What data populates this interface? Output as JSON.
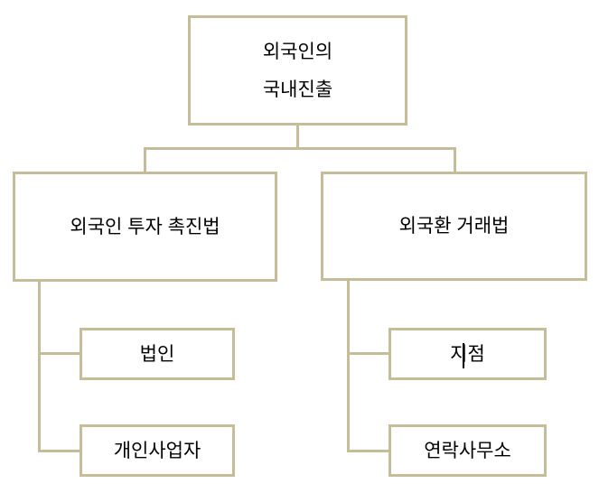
{
  "colors": {
    "line": "#C4BD97",
    "text": "#000000",
    "background": "#FFFFFF"
  },
  "diagram": {
    "type": "org-chart",
    "root": {
      "line1": "외국인의",
      "line2": "국내진출"
    },
    "branches": [
      {
        "label": "외국인 투자 촉진법",
        "children": [
          {
            "label": "법인"
          },
          {
            "label": "개인사업자"
          }
        ]
      },
      {
        "label": "외국환 거래법",
        "children": [
          {
            "label": "지점",
            "has_text_cursor": true
          },
          {
            "label": "연락사무소"
          }
        ]
      }
    ]
  }
}
